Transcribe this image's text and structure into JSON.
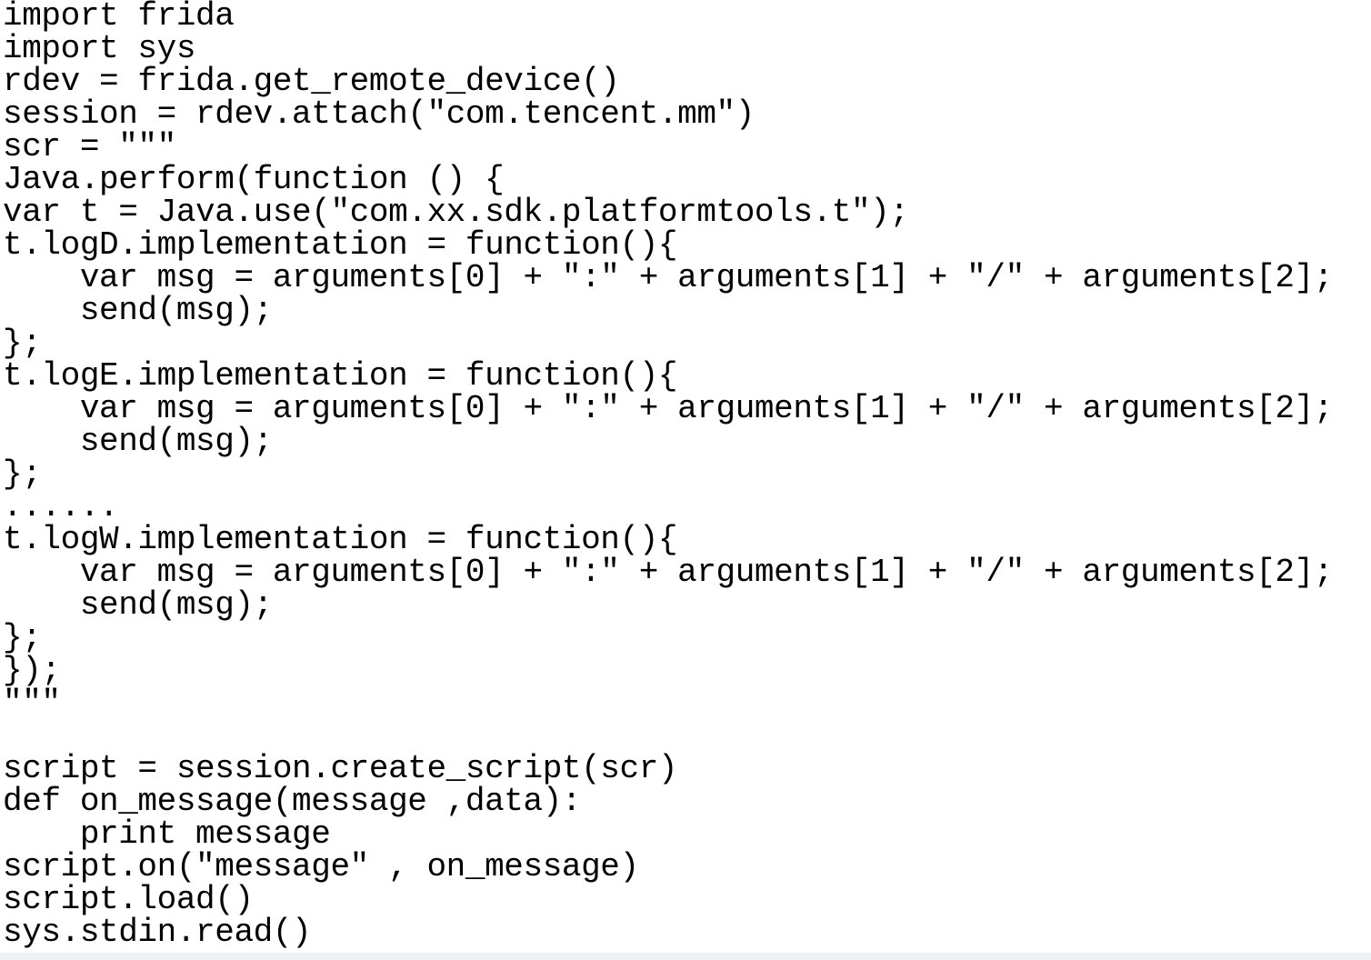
{
  "code": {
    "lines": [
      "import frida",
      "import sys",
      "rdev = frida.get_remote_device()",
      "session = rdev.attach(\"com.tencent.mm\")",
      "scr = \"\"\"",
      "Java.perform(function () {",
      "var t = Java.use(\"com.xx.sdk.platformtools.t\");",
      "t.logD.implementation = function(){",
      "    var msg = arguments[0] + \":\" + arguments[1] + \"/\" + arguments[2];",
      "    send(msg);",
      "};",
      "t.logE.implementation = function(){",
      "    var msg = arguments[0] + \":\" + arguments[1] + \"/\" + arguments[2];",
      "    send(msg);",
      "};",
      "......",
      "t.logW.implementation = function(){",
      "    var msg = arguments[0] + \":\" + arguments[1] + \"/\" + arguments[2];",
      "    send(msg);",
      "};",
      "});",
      "\"\"\"",
      "",
      "script = session.create_script(scr)",
      "def on_message(message ,data):",
      "    print message",
      "script.on(\"message\" , on_message)",
      "script.load()",
      "sys.stdin.read()"
    ]
  }
}
